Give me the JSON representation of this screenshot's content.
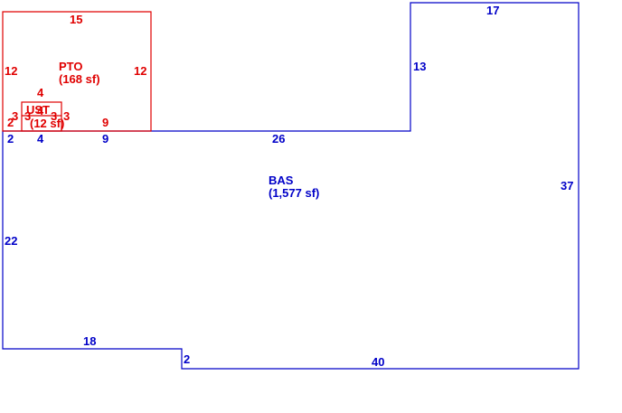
{
  "colors": {
    "bas": "#0000c8",
    "pto": "#e00000",
    "ust": "#e00000"
  },
  "areas": {
    "bas": {
      "code": "BAS",
      "area": "(1,577 sf)"
    },
    "pto": {
      "code": "PTO",
      "area": "(168 sf)"
    },
    "ust": {
      "code": "UST",
      "area": "(12 sf)"
    }
  },
  "dimensions": {
    "bas": {
      "top_left_short": "2",
      "top_left_four": "4",
      "top_left_nine": "9",
      "top_middle": "26",
      "notch_up": "13",
      "top_right": "17",
      "right": "37",
      "bottom_right": "40",
      "step_down": "2",
      "bottom_left": "18",
      "left": "22"
    },
    "pto": {
      "top": "15",
      "left": "12",
      "right": "12",
      "bottom_left": "2",
      "bottom_right": "9"
    },
    "ust": {
      "top": "4",
      "left": "3",
      "right": "3",
      "inner_a": "3",
      "inner_b": "3",
      "inner_c": "4"
    }
  }
}
